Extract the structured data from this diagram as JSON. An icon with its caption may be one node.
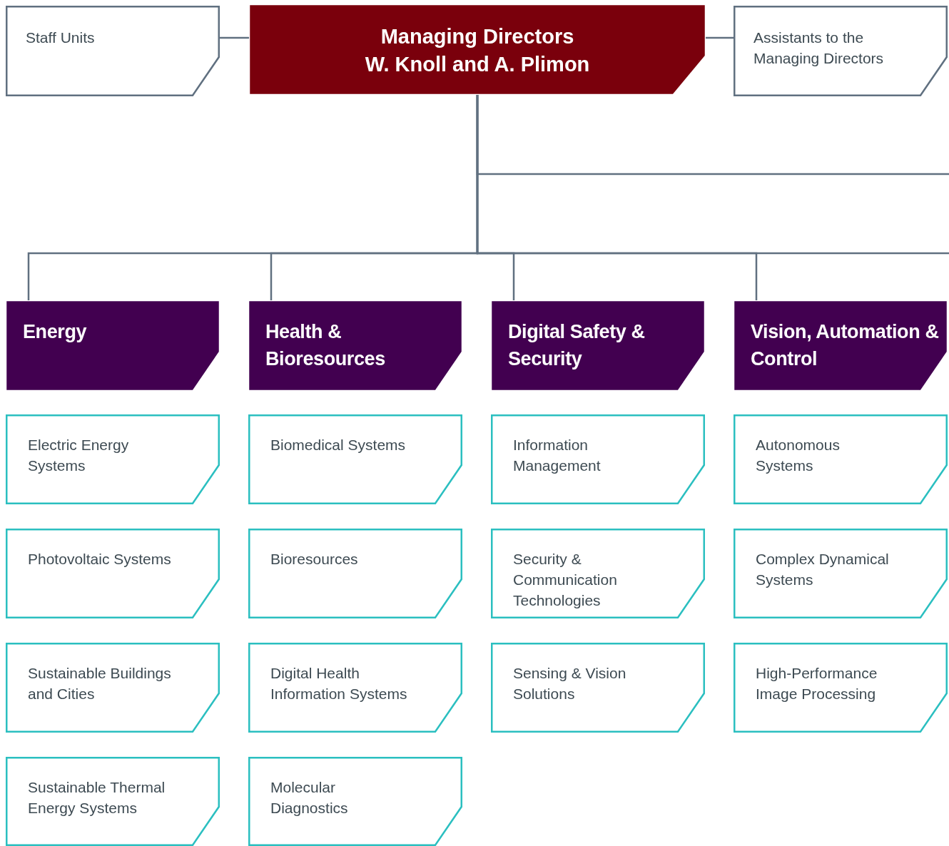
{
  "diagram": {
    "nodes": [
      {
        "text": [
          "Staff Units"
        ]
      },
      {
        "text": [
          "Managing Directors",
          "W. Knoll and A. Plimon"
        ]
      },
      {
        "text": [
          "Assistants to the Managing Directors"
        ]
      },
      {
        "text": [
          "Energy"
        ]
      },
      {
        "text": [
          "Health & Bioresources"
        ]
      },
      {
        "text": [
          "Digital Safety & Security"
        ]
      },
      {
        "text": [
          "Vision, Automation & Control"
        ]
      },
      {
        "text": [
          "Electric Energy Systems"
        ]
      },
      {
        "text": [
          "Biomedical Systems"
        ]
      },
      {
        "text": [
          "Information Management"
        ]
      },
      {
        "text": [
          "Autonomous Systems"
        ]
      },
      {
        "text": [
          "Photovoltaic Systems"
        ]
      },
      {
        "text": [
          "Bioresources"
        ]
      },
      {
        "text": [
          "Security & Communication Technologies"
        ]
      },
      {
        "text": [
          "Complex Dynamical Systems"
        ]
      },
      {
        "text": [
          "Sustainable Buildings and Cities"
        ]
      },
      {
        "text": [
          "Digital Health Information Systems"
        ]
      },
      {
        "text": [
          "Sensing & Vision Solutions"
        ]
      },
      {
        "text": [
          "High-Performance Image Processing"
        ]
      },
      {
        "text": [
          "Sustainable Thermal Energy Systems"
        ]
      },
      {
        "text": [
          "Molecular Diagnostics"
        ]
      }
    ],
    "edges": [
      {
        "from": 0,
        "to": 1,
        "arrow": "none"
      },
      {
        "from": 1,
        "to": 2,
        "arrow": "none"
      },
      {
        "from": 1,
        "to": 3,
        "arrow": "none"
      },
      {
        "from": 1,
        "to": 4,
        "arrow": "none"
      },
      {
        "from": 1,
        "to": 5,
        "arrow": "none"
      },
      {
        "from": 1,
        "to": 6,
        "arrow": "none"
      },
      {
        "from": 1,
        "to": null,
        "arrow": "none"
      },
      {
        "from": 1,
        "to": null,
        "arrow": "none"
      }
    ]
  }
}
